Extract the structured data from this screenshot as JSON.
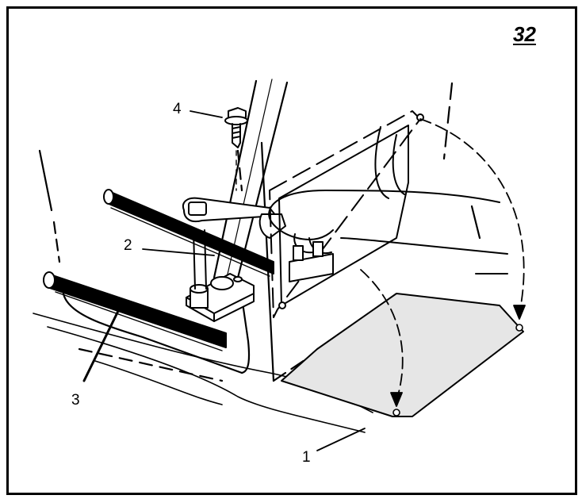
{
  "figure": {
    "number": "32"
  },
  "callouts": [
    {
      "id": "c1",
      "text": "1"
    },
    {
      "id": "c2",
      "text": "2"
    },
    {
      "id": "c3",
      "text": "3"
    },
    {
      "id": "c4",
      "text": "4"
    }
  ],
  "colors": {
    "ink": "#000000",
    "paper": "#ffffff",
    "plate_shade": "#e6e6e6",
    "part_gray": "#d9d9d9"
  }
}
